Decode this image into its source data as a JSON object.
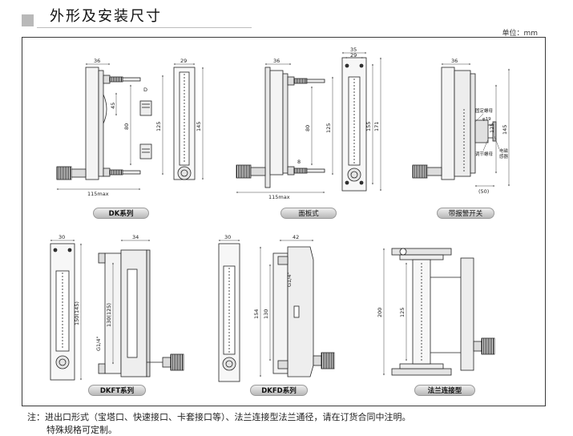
{
  "header": {
    "title": "外形及安装尺寸",
    "unit_label": "单位：mm"
  },
  "drawings": {
    "dk": {
      "caption": "DK系列",
      "dims": {
        "d36": "36",
        "d29": "29",
        "d115": "115max",
        "d80": "80",
        "d125": "125",
        "d145": "145",
        "d45": "45",
        "d8": "D"
      }
    },
    "panel": {
      "caption": "面板式",
      "dims": {
        "d36": "36",
        "d115": "115max",
        "d80": "80",
        "d125": "125",
        "d35": "35",
        "d29": "29",
        "d155": "155",
        "d171": "171",
        "d8": "8"
      }
    },
    "alarm": {
      "caption": "带报警开关",
      "dims": {
        "d36": "36",
        "d125": "125",
        "d145": "145",
        "d50": "(50)"
      },
      "labels": {
        "fix_nut": "固定螺母",
        "phi19": "φ19",
        "adj_nut": "调节螺母",
        "sensor_line1": "电磁",
        "sensor_line2": "感器"
      }
    },
    "dkft": {
      "caption": "DKFT系列",
      "dims": {
        "d30": "30",
        "d34": "34",
        "d150": "150(145)",
        "d130": "130(125)",
        "dthread": "G1/4\""
      }
    },
    "dkfd": {
      "caption": "DKFD系列",
      "dims": {
        "d30": "30",
        "d42": "42",
        "d154": "154",
        "d130": "130",
        "dthread": "G1/4\""
      }
    },
    "flange": {
      "caption": "法兰连接型",
      "dims": {
        "d200": "200",
        "d125": "125"
      }
    }
  },
  "note": {
    "line1": "注：进出口形式（宝塔口、快速接口、卡套接口等）、法兰连接型法兰通径，请在订货合同中注明。",
    "line2": "特殊规格可定制。"
  }
}
